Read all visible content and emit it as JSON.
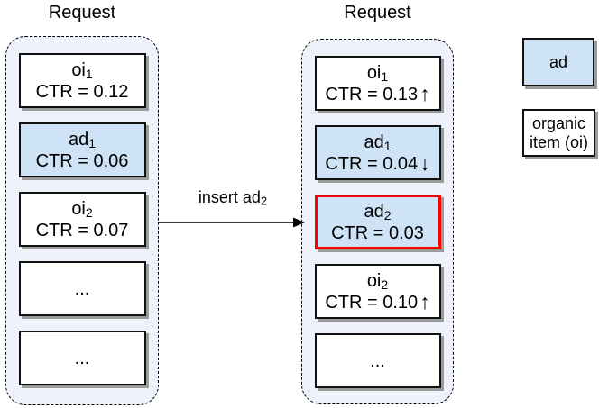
{
  "left_panel": {
    "title": "Request",
    "items": [
      {
        "type": "organic",
        "name": "oi",
        "sub": "1",
        "ctr": "CTR = 0.12",
        "trend": ""
      },
      {
        "type": "ad",
        "name": "ad",
        "sub": "1",
        "ctr": "CTR = 0.06",
        "trend": ""
      },
      {
        "type": "organic",
        "name": "oi",
        "sub": "2",
        "ctr": "CTR = 0.07",
        "trend": ""
      },
      {
        "type": "organic",
        "name": "...",
        "sub": "",
        "ctr": "",
        "trend": ""
      },
      {
        "type": "organic",
        "name": "...",
        "sub": "",
        "ctr": "",
        "trend": ""
      }
    ]
  },
  "right_panel": {
    "title": "Request",
    "items": [
      {
        "type": "organic",
        "name": "oi",
        "sub": "1",
        "ctr": "CTR = 0.13",
        "trend": "up"
      },
      {
        "type": "ad",
        "name": "ad",
        "sub": "1",
        "ctr": "CTR = 0.04",
        "trend": "down"
      },
      {
        "type": "ad-highlight",
        "name": "ad",
        "sub": "2",
        "ctr": "CTR = 0.03",
        "trend": ""
      },
      {
        "type": "organic",
        "name": "oi",
        "sub": "2",
        "ctr": "CTR = 0.10",
        "trend": "up"
      },
      {
        "type": "organic",
        "name": "...",
        "sub": "",
        "ctr": "",
        "trend": ""
      }
    ]
  },
  "arrow": {
    "label": "insert ad",
    "label_sub": "2"
  },
  "legend": [
    {
      "type": "ad",
      "label": "ad"
    },
    {
      "type": "organic",
      "label": "organic item (oi)"
    }
  ],
  "icons": {
    "up": "↑",
    "down": "↓"
  },
  "colors": {
    "ad_fill": "#cfe3f6",
    "panel_fill": "#eef2fa",
    "highlight_border": "#ff0000",
    "box_border": "#111111",
    "shadow": "#9b9b9b"
  }
}
